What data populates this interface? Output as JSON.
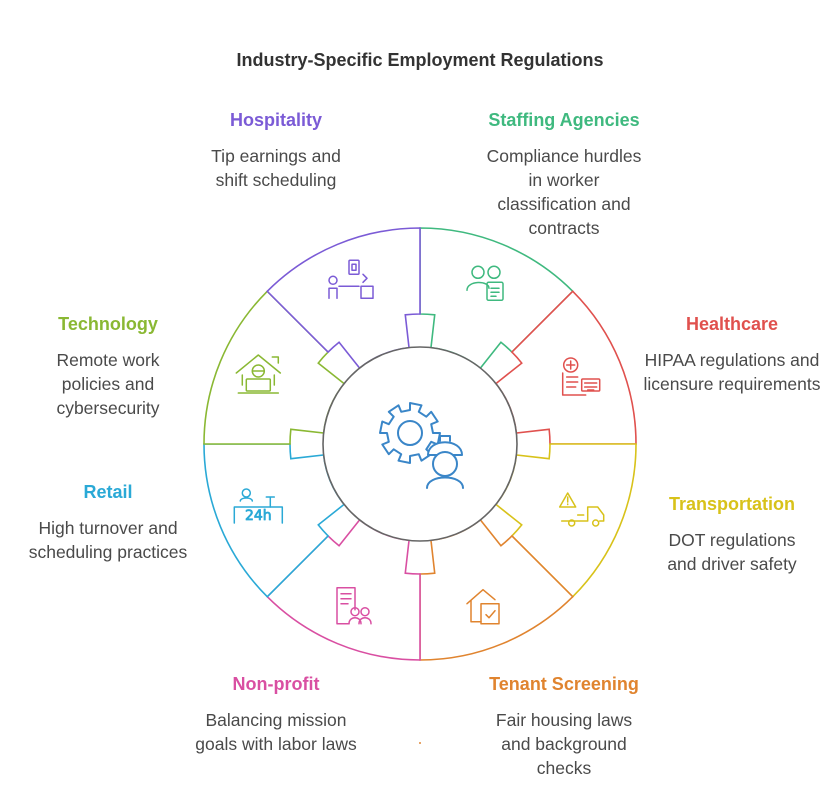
{
  "title": "Industry-Specific Employment Regulations",
  "center": {
    "icon": "gear-and-worker-icon"
  },
  "segments": [
    {
      "key": "staffing",
      "name": "Staffing Agencies",
      "desc": "Compliance hurdles in worker classification and contracts",
      "color": "#3fb97f",
      "icon": "people-document-icon"
    },
    {
      "key": "healthcare",
      "name": "Healthcare",
      "desc": "HIPAA regulations and licensure requirements",
      "color": "#e0514e",
      "icon": "medical-record-icon"
    },
    {
      "key": "transportation",
      "name": "Transportation",
      "desc": "DOT regulations and driver safety",
      "color": "#d8c21a",
      "icon": "truck-warning-icon"
    },
    {
      "key": "tenant",
      "name": "Tenant Screening",
      "desc": "Fair housing laws and background checks",
      "color": "#e0842f",
      "icon": "house-check-icon"
    },
    {
      "key": "nonprofit",
      "name": "Non-profit",
      "desc": "Balancing mission goals with labor laws",
      "color": "#d94fa2",
      "icon": "document-people-icon"
    },
    {
      "key": "retail",
      "name": "Retail",
      "desc": "High turnover and scheduling practices",
      "color": "#2aa9d6",
      "icon": "store-24h-icon"
    },
    {
      "key": "technology",
      "name": "Technology",
      "desc": "Remote work policies and cybersecurity",
      "color": "#8ab833",
      "icon": "home-laptop-icon"
    },
    {
      "key": "hospitality",
      "name": "Hospitality",
      "desc": "Tip earnings and shift scheduling",
      "color": "#7b5bd6",
      "icon": "server-tray-icon"
    }
  ]
}
